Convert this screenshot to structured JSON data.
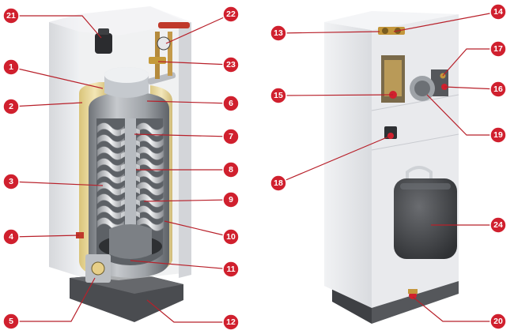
{
  "colors": {
    "marker": "#d0202e",
    "leader": "#b8202a",
    "cabinet": "#e4e5e8",
    "cabinet_shadow": "#c9cbd0",
    "tank_steel": "#9fa3a8",
    "insulation": "#e9d9a0",
    "dark_base": "#4a4c50",
    "vessel": "#4b4d50"
  },
  "callouts": {
    "c1": "1",
    "c2": "2",
    "c3": "3",
    "c4": "4",
    "c5": "5",
    "c6": "6",
    "c7": "7",
    "c8": "8",
    "c9": "9",
    "c10": "10",
    "c11": "11",
    "c12": "12",
    "c13": "13",
    "c14": "14",
    "c15": "15",
    "c16": "16",
    "c17": "17",
    "c18": "18",
    "c19": "19",
    "c20": "20",
    "c21": "21",
    "c22": "22",
    "c23": "23",
    "c24": "24"
  }
}
